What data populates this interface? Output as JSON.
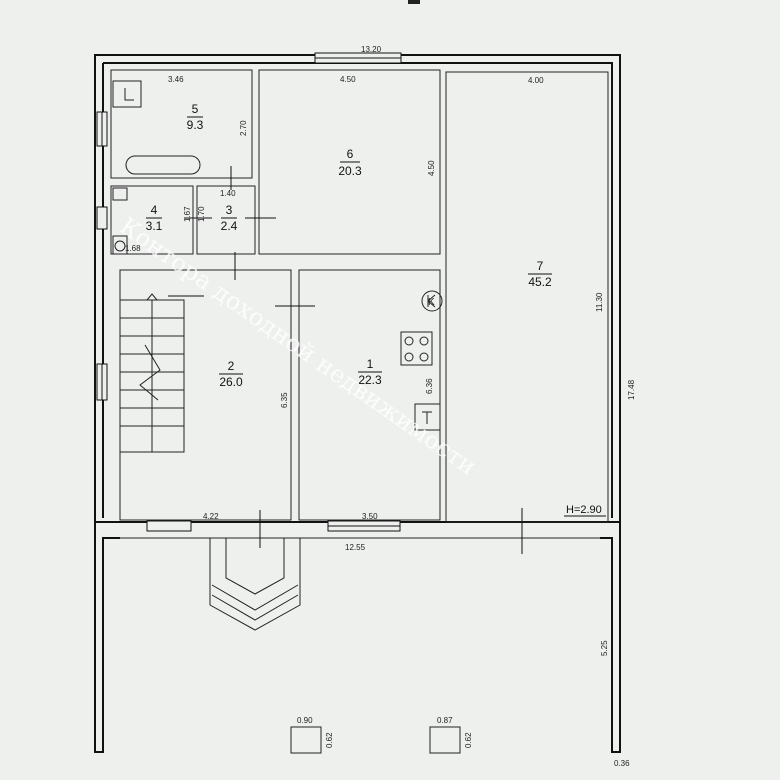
{
  "rooms": [
    {
      "number": "1",
      "area": "22.3"
    },
    {
      "number": "2",
      "area": "26.0"
    },
    {
      "number": "3",
      "area": "2.4"
    },
    {
      "number": "4",
      "area": "3.1"
    },
    {
      "number": "5",
      "area": "9.3"
    },
    {
      "number": "6",
      "area": "20.3"
    },
    {
      "number": "7",
      "area": "45.2"
    }
  ],
  "dimensions": {
    "overall_width": "13.20",
    "room5_width": "3.46",
    "room5_height": "2.70",
    "room6_width": "4.50",
    "room6_height": "4.50",
    "room7_width": "4.00",
    "room7_height": "11.30",
    "room3_width": "1.40",
    "room3_height": "1.70",
    "room4_height": "1.67",
    "room4_width": "1.68",
    "room2_height": "6.35",
    "room2_width": "4.22",
    "room1_height": "6.36",
    "room1_width": "3.50",
    "terrace_width": "12.55",
    "terrace_depth": "5.25",
    "overall_depth": "17.48",
    "wall_thickness": "0.36",
    "post1_width": "0.90",
    "post1_depth": "0.62",
    "post2_width": "0.87",
    "post2_depth": "0.62"
  },
  "ceiling_height": "H=2.90",
  "kitchen_symbol": "K",
  "watermark": "Контора доходной недвижимости"
}
